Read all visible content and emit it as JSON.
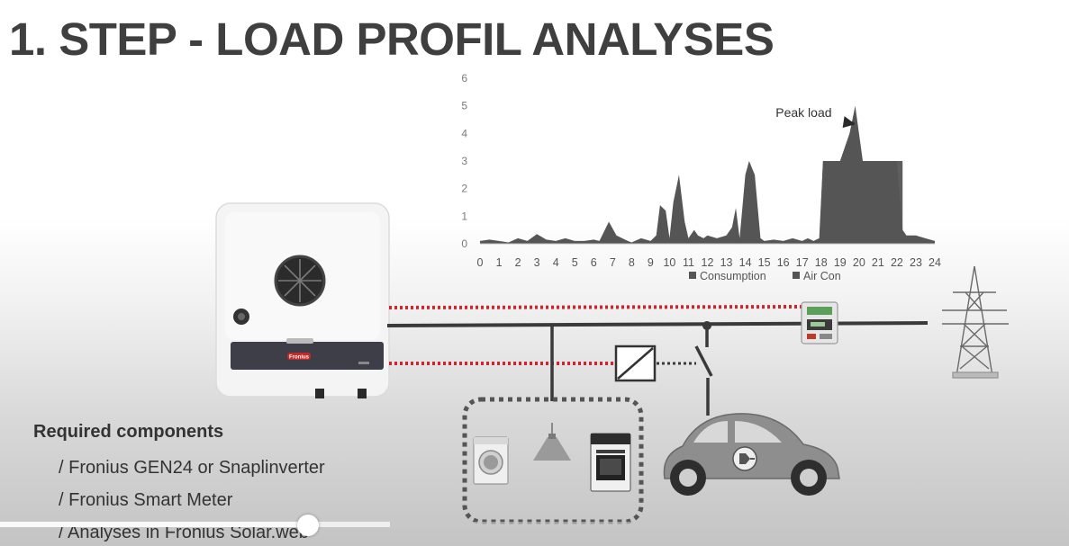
{
  "slide": {
    "title": "1. STEP - LOAD PROFIL ANALYSES"
  },
  "inverter": {
    "brand": "Fronius"
  },
  "components": {
    "heading": "Required components",
    "items": [
      "/ Fronius GEN24 or Snaplinverter",
      "/ Fronius Smart Meter",
      "/ Analyses in Fronius Solar.web"
    ]
  },
  "player": {
    "played_fraction": 0.288,
    "buffered_fraction": 0.365
  },
  "icons": [
    "inverter-icon",
    "smart-meter-icon",
    "power-pylon-icon",
    "relay-icon",
    "switch-icon",
    "washing-machine-icon",
    "ceiling-lamp-icon",
    "stove-icon",
    "electric-car-icon"
  ],
  "colors": {
    "title": "#3f3f3f",
    "chart_fill": "#555555",
    "data_line": "#d0252c",
    "power_line": "#3a3a3a"
  },
  "chart_data": {
    "type": "area",
    "title": "",
    "xlabel": "",
    "ylabel": "",
    "xlim": [
      0,
      24
    ],
    "ylim": [
      0,
      6
    ],
    "xticks": [
      0,
      1,
      2,
      3,
      4,
      5,
      6,
      7,
      8,
      9,
      10,
      11,
      12,
      13,
      14,
      15,
      16,
      17,
      18,
      19,
      20,
      21,
      22,
      23,
      24
    ],
    "yticks": [
      0,
      1,
      2,
      3,
      4,
      5,
      6
    ],
    "grid": false,
    "legend_position": "bottom",
    "series": [
      {
        "name": "Consumption",
        "color": "#555555",
        "x": [
          0,
          0.5,
          1,
          1.5,
          2,
          2.5,
          3,
          3.5,
          4,
          4.5,
          5,
          5.5,
          6,
          6.3,
          6.8,
          7.2,
          7.8,
          8,
          8.5,
          9,
          9.3,
          9.5,
          9.8,
          10,
          10.2,
          10.5,
          10.8,
          11,
          11.3,
          11.5,
          11.8,
          12,
          12.5,
          13,
          13.3,
          13.5,
          13.7,
          14,
          14.2,
          14.5,
          14.8,
          15,
          15.5,
          16,
          16.5,
          17,
          17.3,
          17.6,
          17.9,
          18.1,
          18.5,
          19,
          19.5,
          19.8,
          20,
          20.2,
          20.5,
          21,
          21.5,
          22,
          22.3,
          22.5,
          23,
          23.5,
          24
        ],
        "y": [
          0.1,
          0.15,
          0.1,
          0.05,
          0.2,
          0.1,
          0.35,
          0.15,
          0.1,
          0.2,
          0.1,
          0.1,
          0.15,
          0.1,
          0.8,
          0.3,
          0.1,
          0.05,
          0.2,
          0.1,
          0.3,
          1.4,
          1.2,
          0.2,
          1.5,
          2.5,
          0.8,
          0.2,
          0.5,
          0.3,
          0.2,
          0.3,
          0.2,
          0.3,
          0.6,
          1.3,
          0.2,
          2.5,
          3.0,
          2.5,
          0.2,
          0.1,
          0.15,
          0.1,
          0.2,
          0.1,
          0.2,
          0.1,
          0.2,
          3.0,
          3.0,
          3.0,
          4.0,
          5.0,
          4.0,
          3.0,
          3.0,
          3.0,
          3.0,
          3.0,
          0.5,
          0.3,
          0.3,
          0.2,
          0.1
        ]
      },
      {
        "name": "Air Con",
        "color": "#555555",
        "x": [
          17.9,
          18.1,
          24
        ],
        "y": [
          0,
          3.0,
          0
        ]
      }
    ],
    "annotations": [
      {
        "text": "Peak load",
        "x": 15.6,
        "y": 4.6,
        "arrow_to": [
          19.8,
          4.3
        ]
      }
    ]
  }
}
